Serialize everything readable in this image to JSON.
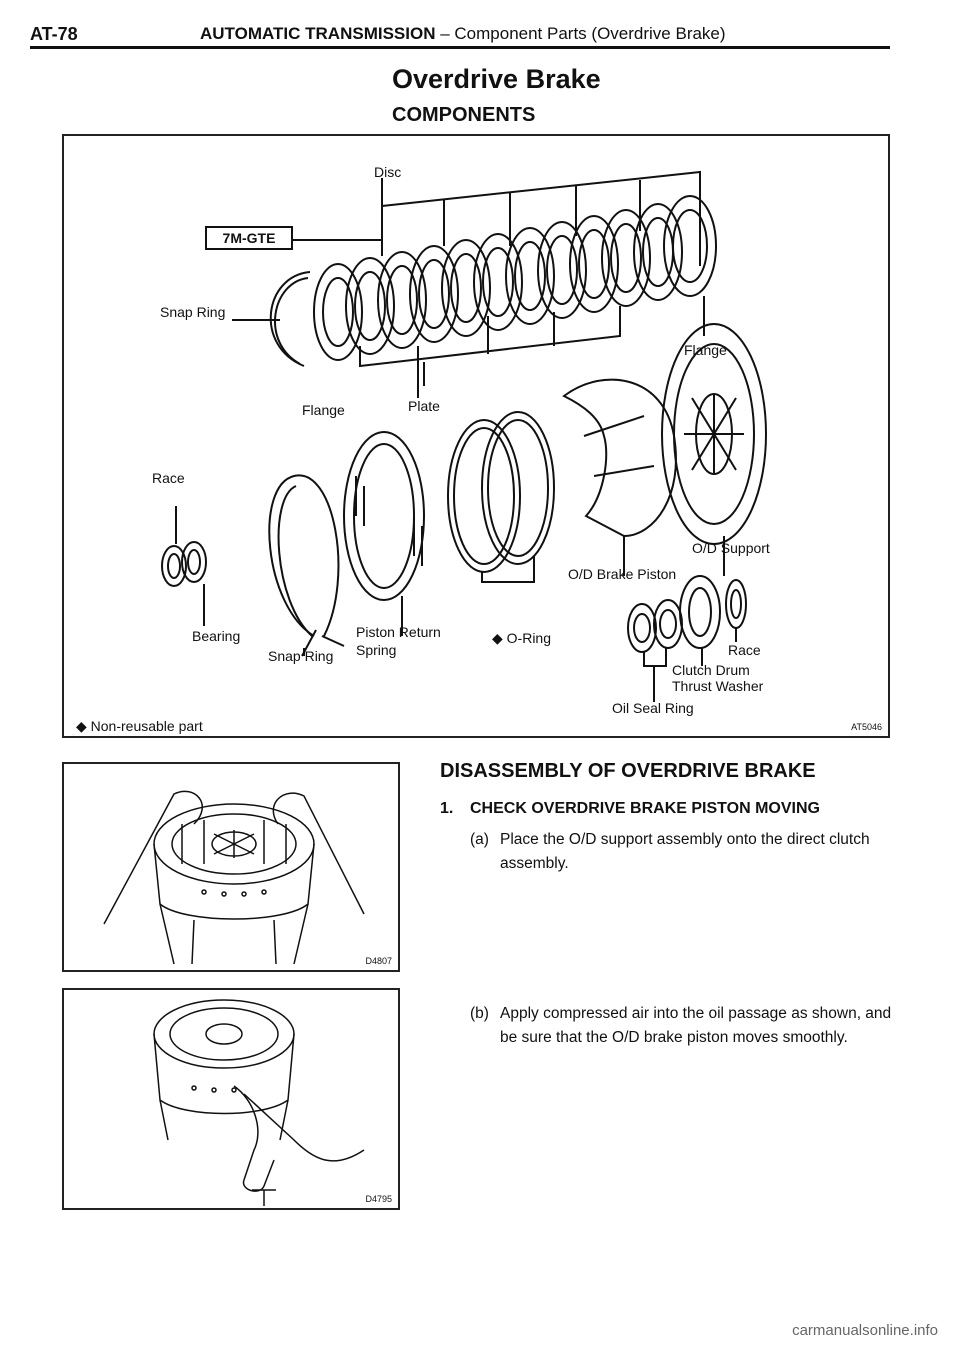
{
  "header": {
    "page_code": "AT-78",
    "section": "AUTOMATIC TRANSMISSION",
    "dash": " – ",
    "subtitle": "Component Parts (Overdrive Brake)"
  },
  "title": "Overdrive Brake",
  "subheading": "COMPONENTS",
  "figure": {
    "labels": {
      "disc": "Disc",
      "tag_7m": "7M-GTE",
      "snap_ring_top": "Snap Ring",
      "flange_right": "Flange",
      "flange_bottom": "Flange",
      "plate": "Plate",
      "race_left": "Race",
      "bearing": "Bearing",
      "snap_ring_bottom": "Snap Ring",
      "piston_return": "Piston Return",
      "spring": "Spring",
      "o_ring": "◆ O-Ring",
      "od_support": "O/D Support",
      "od_brake_piston": "O/D Brake Piston",
      "race_right": "Race",
      "clutch_drum": "Clutch Drum",
      "thrust_washer": "Thrust Washer",
      "oil_seal_ring": "Oil Seal Ring"
    },
    "legend": "◆  Non-reusable part",
    "code": "AT5046"
  },
  "photos": {
    "first_code": "D4807",
    "second_code": "D4795"
  },
  "section": "DISASSEMBLY OF OVERDRIVE BRAKE",
  "step": {
    "number": "1.",
    "text": "CHECK OVERDRIVE BRAKE PISTON MOVING"
  },
  "substeps": {
    "a_key": "(a)",
    "a_text": "Place the O/D support assembly onto the direct clutch assembly.",
    "b_key": "(b)",
    "b_text": "Apply compressed air into the oil passage as shown, and be sure that the O/D brake piston moves smoothly."
  },
  "watermark": "carmanualsonline.info"
}
